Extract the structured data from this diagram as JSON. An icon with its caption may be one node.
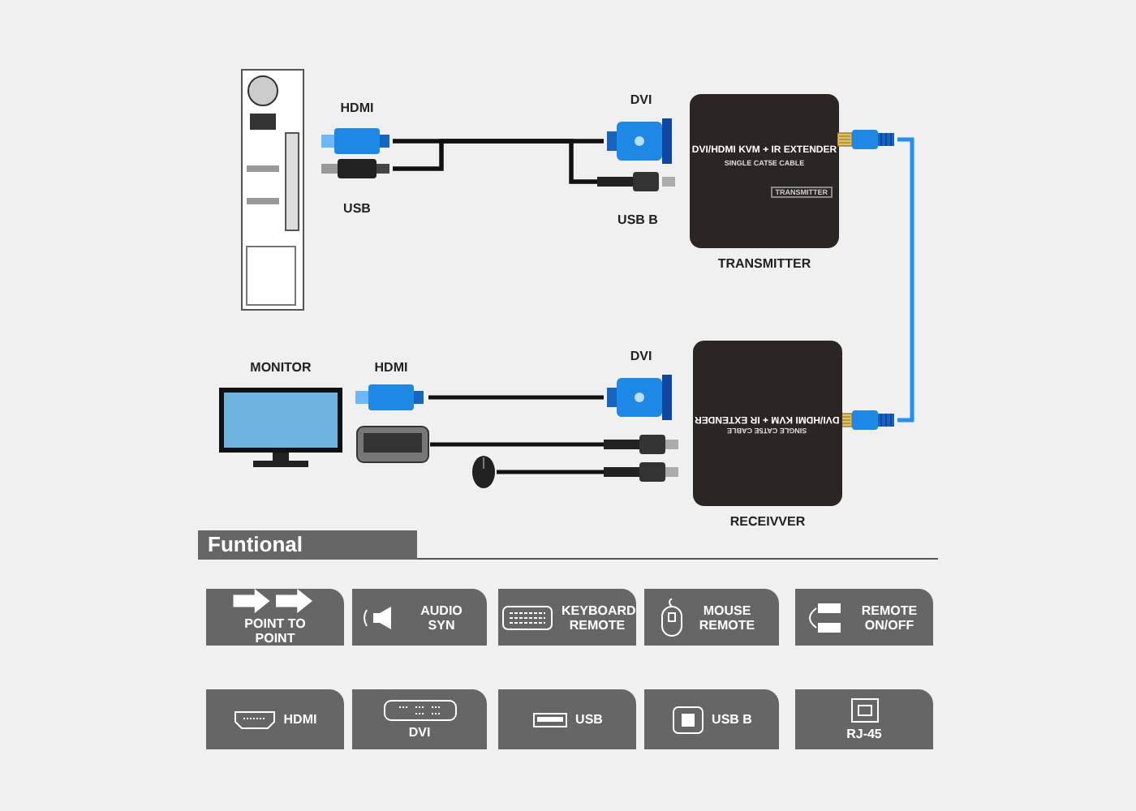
{
  "diagram": {
    "nodes": [
      {
        "text": [],
        "shape": "picture"
      },
      {
        "text": [
          "HDMI"
        ]
      },
      {
        "text": [
          "USB"
        ]
      },
      {
        "text": [
          "DVI"
        ]
      },
      {
        "text": [
          "USB B"
        ]
      },
      {
        "text": [
          "DVI/HDMI KVM + IR EXTENDER",
          "SINGLE CAT5E CABLE",
          "TRANSMITTER"
        ],
        "beside": [
          "TRANSMITTER"
        ]
      },
      {
        "text": [],
        "shape": "picture"
      },
      {
        "text": [],
        "shape": "picture"
      },
      {
        "text": [
          "MONITOR"
        ]
      },
      {
        "text": [
          "HDMI"
        ]
      },
      {
        "text": [
          "DVI"
        ]
      },
      {
        "text": [
          "DVI/HDMI KVM + IR EXTENDER",
          "SINGLE CAT5E CABLE"
        ],
        "beside": [
          "RECEIVVER"
        ]
      },
      {
        "text": [],
        "shape": "picture"
      },
      {
        "text": [],
        "shape": "picture"
      },
      {
        "text": [],
        "shape": "picture"
      },
      {
        "text": [],
        "shape": "picture"
      },
      {
        "text": [
          "Funtional"
        ]
      },
      {
        "text": [
          "POINT TO POINT"
        ]
      },
      {
        "text": [
          "AUDIO SYN"
        ]
      },
      {
        "text": [
          "KEYBOARD REMOTE"
        ]
      },
      {
        "text": [
          "MOUSE REMOTE"
        ]
      },
      {
        "text": [
          "REMOTE ON/OFF"
        ]
      },
      {
        "text": [
          "HDMI"
        ]
      },
      {
        "text": [
          "DVI"
        ]
      },
      {
        "text": [
          "USB"
        ]
      },
      {
        "text": [
          "USB B"
        ]
      },
      {
        "text": [
          "RJ-45"
        ]
      }
    ],
    "edges": [
      {
        "from": 1,
        "to": 3,
        "arrow": "none"
      },
      {
        "from": 1,
        "to": 4,
        "arrow": "none"
      },
      {
        "from": 2,
        "to": 3,
        "arrow": "none"
      },
      {
        "from": 2,
        "to": 4,
        "arrow": "none"
      },
      {
        "from": 6,
        "to": 7,
        "arrow": "none",
        "color": "#1e90ff"
      },
      {
        "from": 9,
        "to": 10,
        "arrow": "none"
      },
      {
        "from": 12,
        "to": 14,
        "arrow": "none"
      },
      {
        "from": 13,
        "to": 15,
        "arrow": "none"
      }
    ]
  }
}
